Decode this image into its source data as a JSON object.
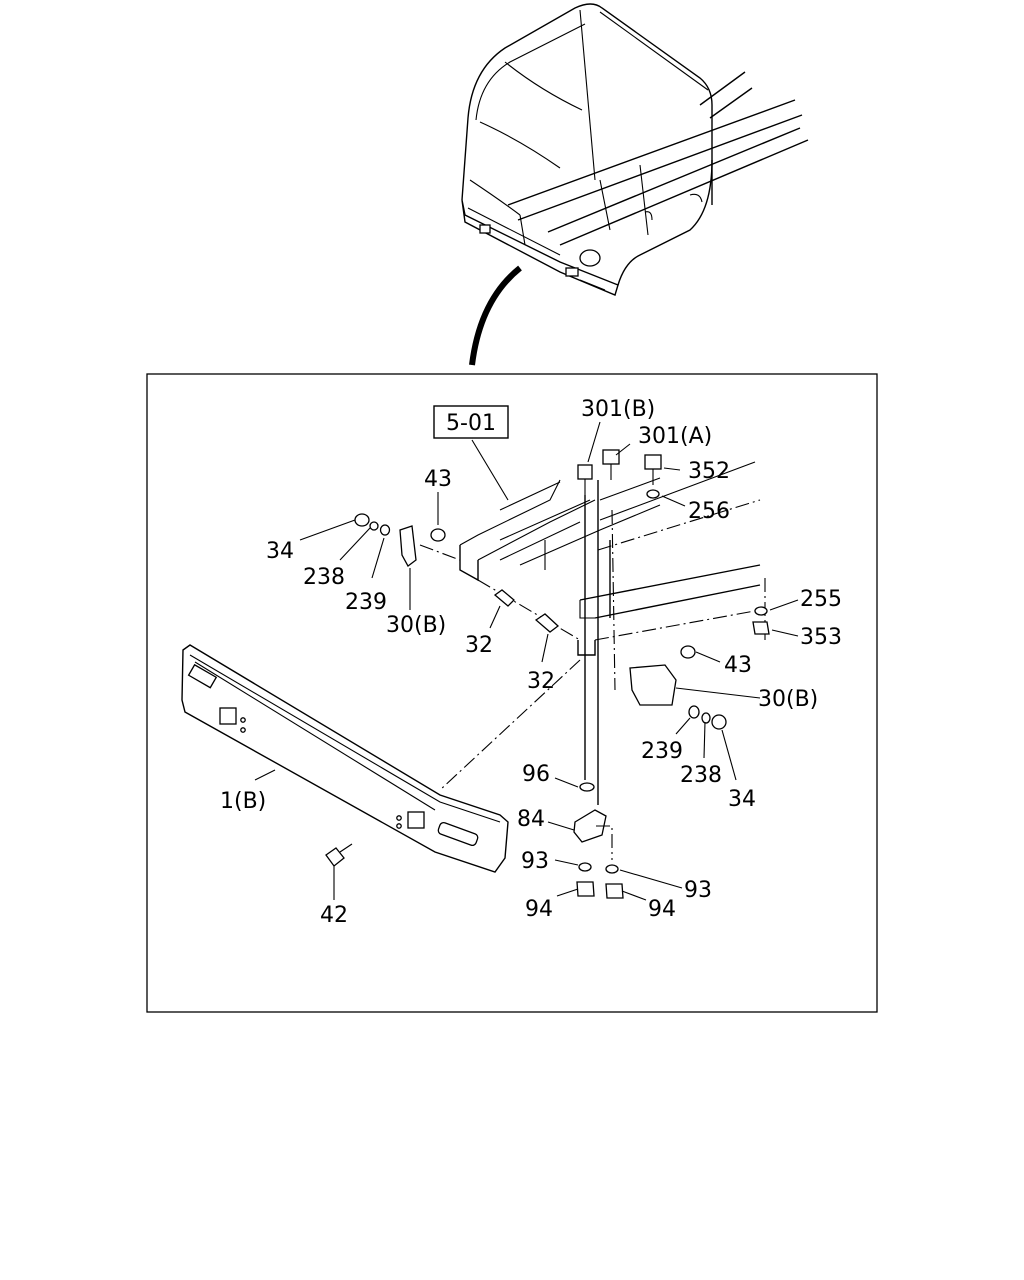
{
  "diagram": {
    "ref_box": "5-01",
    "callouts": {
      "c301b": "301(B)",
      "c301a": "301(A)",
      "c352": "352",
      "c256": "256",
      "c43a": "43",
      "c34a": "34",
      "c238a": "238",
      "c239a": "239",
      "c30ba": "30(B)",
      "c32a": "32",
      "c32b": "32",
      "c255": "255",
      "c353": "353",
      "c43b": "43",
      "c30bb": "30(B)",
      "c239b": "239",
      "c238b": "238",
      "c34b": "34",
      "c96": "96",
      "c1b": "1(B)",
      "c84": "84",
      "c93a": "93",
      "c93b": "93",
      "c94a": "94",
      "c94b": "94",
      "c42": "42"
    }
  }
}
